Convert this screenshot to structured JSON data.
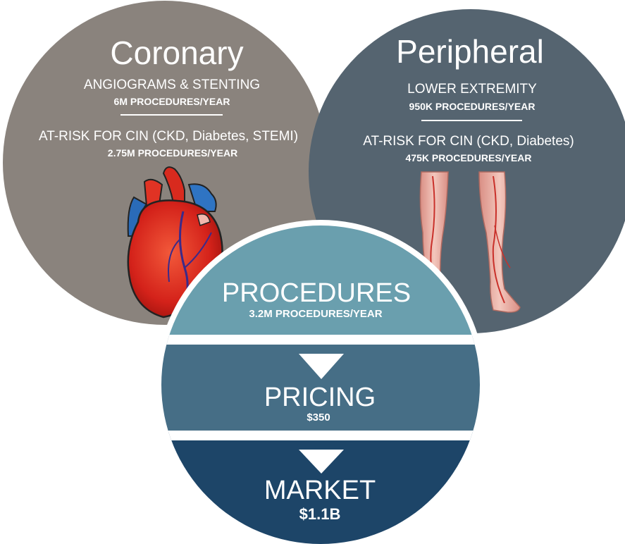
{
  "colors": {
    "coronary": "#8a837d",
    "peripheral": "#556470",
    "procedures": "#6a9fae",
    "pricing": "#466e86",
    "market": "#1d4568",
    "divider": "#ffffff"
  },
  "coronary": {
    "title": "Coronary",
    "subtitle": "ANGIOGRAMS & STENTING",
    "subtitle_stat": "6M PROCEDURES/YEAR",
    "risk": "AT-RISK FOR CIN (CKD, Diabetes, STEMI)",
    "risk_stat": "2.75M PROCEDURES/YEAR",
    "illustration": "heart-icon"
  },
  "peripheral": {
    "title": "Peripheral",
    "subtitle": "LOWER EXTREMITY",
    "subtitle_stat": "950K PROCEDURES/YEAR",
    "risk": "AT-RISK FOR CIN (CKD, Diabetes)",
    "risk_stat": "475K PROCEDURES/YEAR",
    "illustration": "legs-icon"
  },
  "funnel": {
    "procedures": {
      "label": "PROCEDURES",
      "value": "3.2M PROCEDURES/YEAR"
    },
    "pricing": {
      "label": "PRICING",
      "value": "$350"
    },
    "market": {
      "label": "MARKET",
      "value": "$1.1B"
    }
  }
}
